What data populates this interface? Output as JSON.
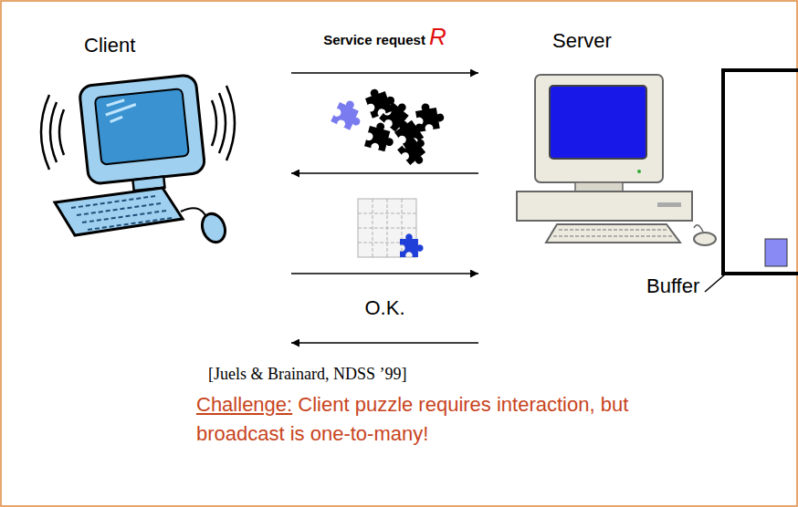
{
  "diagram": {
    "nodes": [
      {
        "text": [
          "Client"
        ]
      },
      {
        "text": [
          "Server"
        ]
      },
      {
        "text": [
          "Buffer"
        ]
      }
    ],
    "edges": [
      {
        "from": 0,
        "to": 1,
        "arrow": "to",
        "label": "Service request R"
      },
      {
        "from": 1,
        "to": 0,
        "arrow": "to"
      },
      {
        "from": 0,
        "to": 1,
        "arrow": "to"
      },
      {
        "from": 1,
        "to": 0,
        "arrow": "to",
        "label": "O.K."
      }
    ],
    "labels": [
      "[Juels & Brainard, NDSS ’99]",
      "Challenge: Client puzzle requires interaction, but broadcast is one-to-many!"
    ]
  }
}
